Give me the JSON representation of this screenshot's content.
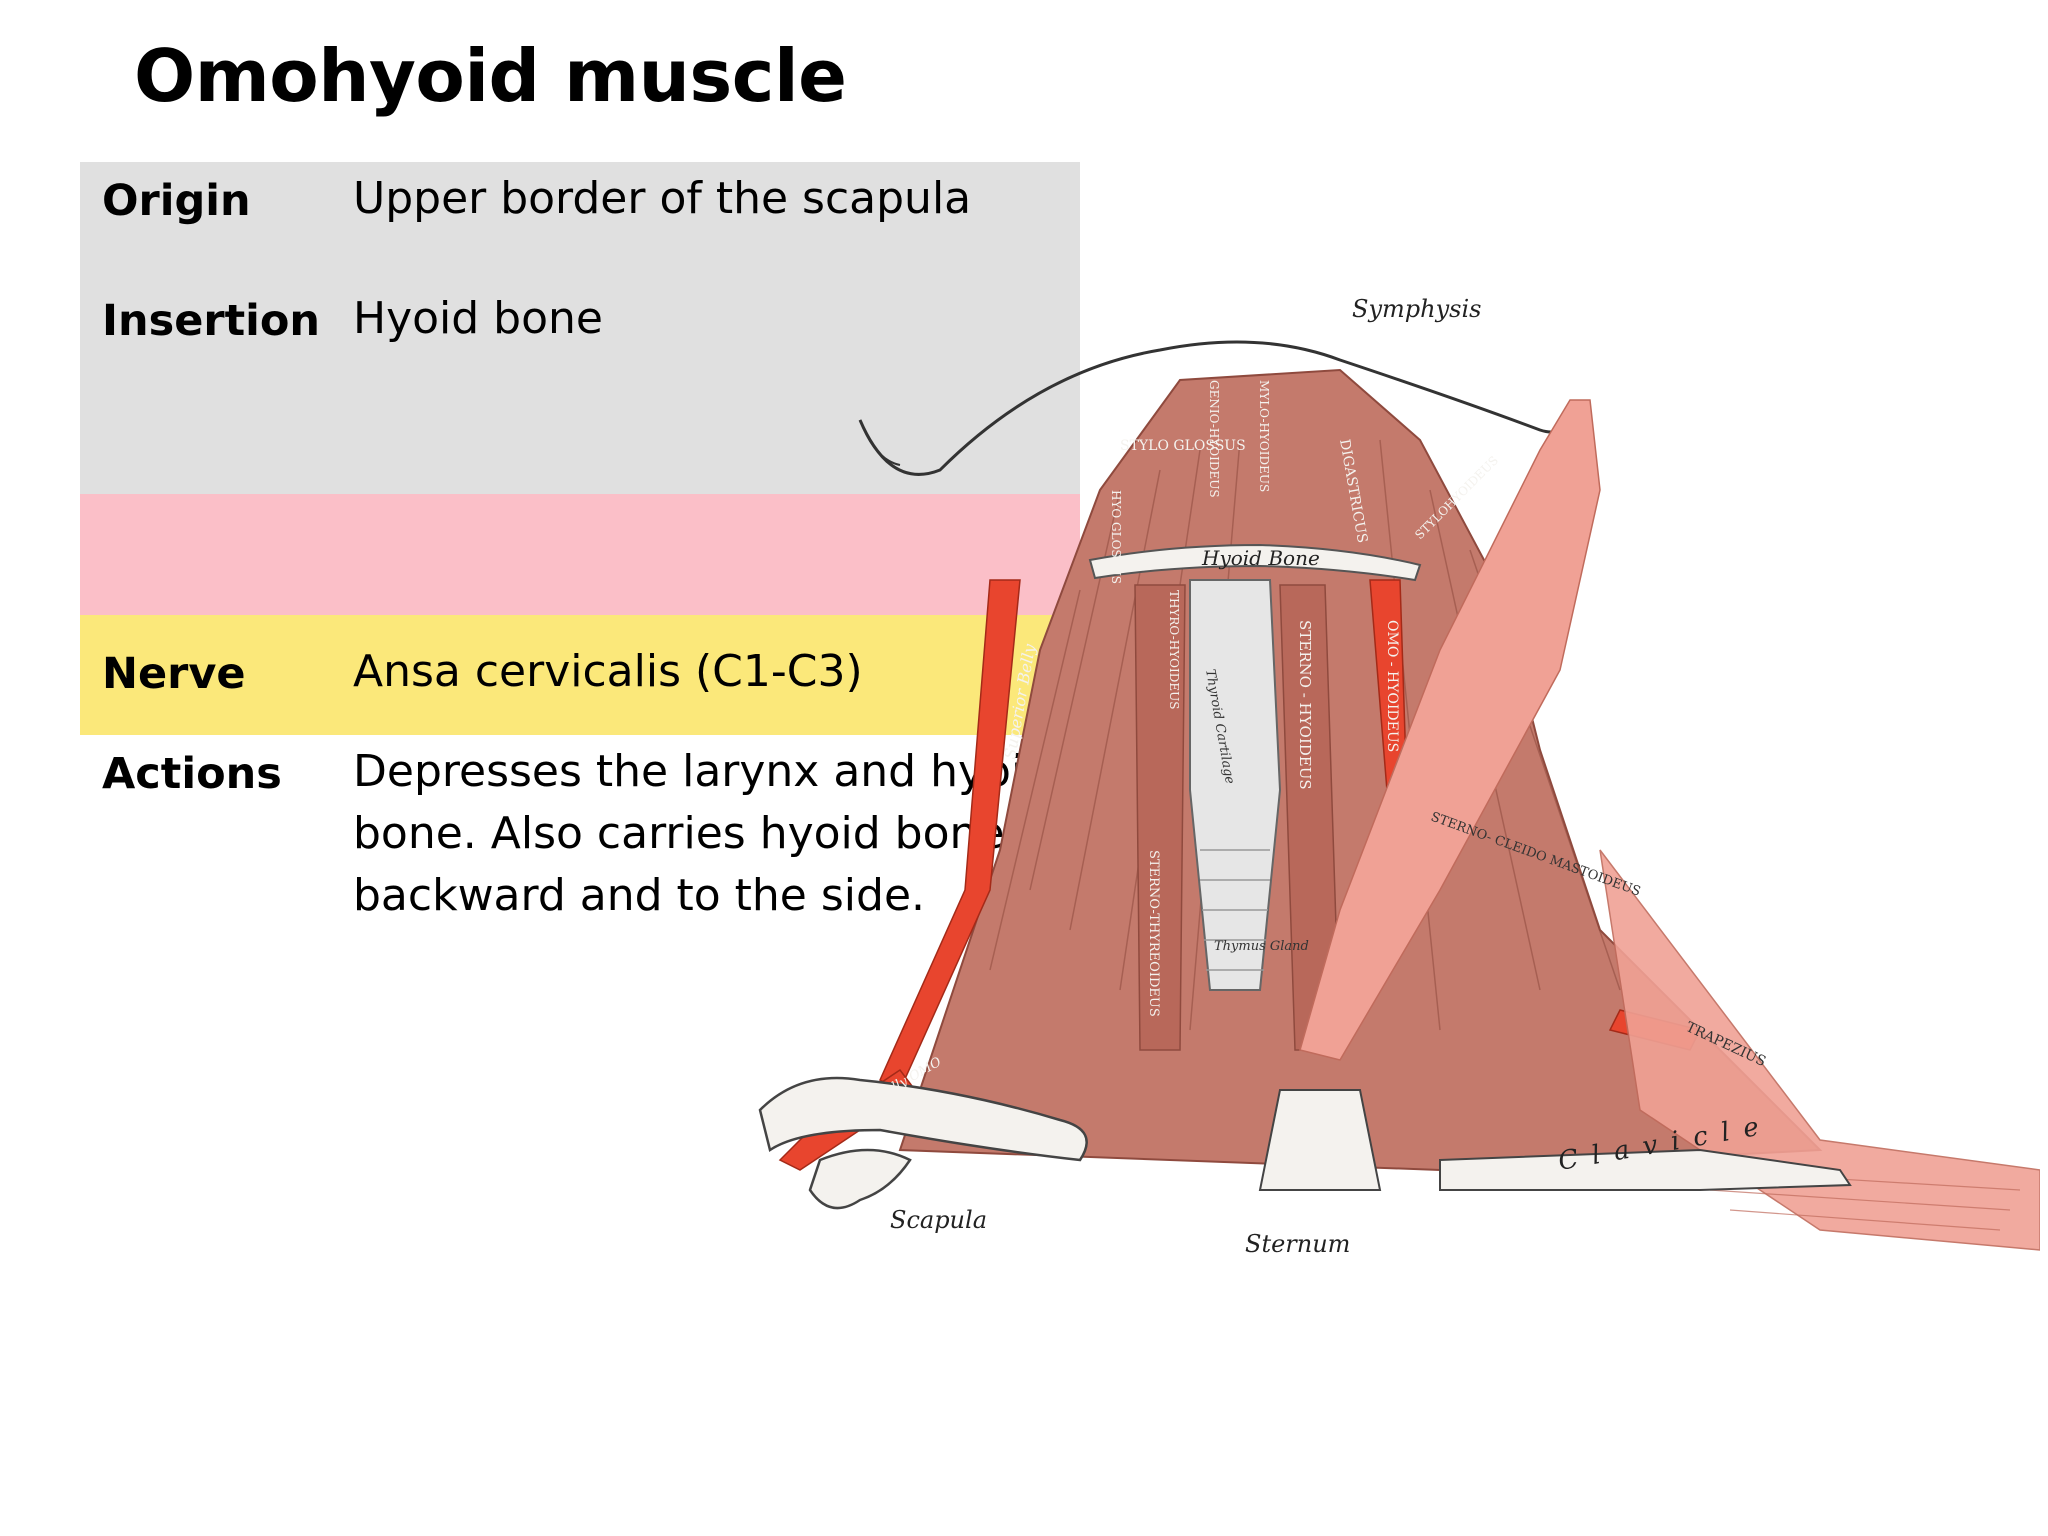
{
  "title": "Omohyoid muscle",
  "rows": [
    {
      "label": "Origin",
      "value": "Upper border of the scapula"
    },
    {
      "label": "Insertion",
      "value": "Hyoid bone"
    },
    {
      "label": "",
      "value": ""
    },
    {
      "label": "Nerve",
      "value": "Ansa cervicalis (C1-C3)"
    },
    {
      "label": "Actions",
      "value": "Depresses the larynx and hyoid bone. Also carries hyoid bone backward and to the side."
    }
  ],
  "illustration": {
    "labels": {
      "symphysis": "Symphysis",
      "hyoid_bone": "Hyoid Bone",
      "stylo_glossus": "STYLO GLOSSUS",
      "hyo_glossus": "HYO GLOSSUS",
      "genio_hyoideus": "GENIO-HYOIDEUS",
      "mylo_hyoideus": "MYLO-HYOIDEUS",
      "digastricus": "DIGASTRICUS",
      "stylohyoideus": "STYLOHYOIDEUS",
      "thyro_hyoideus": "THYRO-HYOIDEUS",
      "superior_belly": "Superior Belly",
      "thyroid_cartilage": "Thyroid Cartilage",
      "sterno_hyoideus": "STERNO - HYOIDEUS",
      "omo_hyoideus": "OMO - HYOIDEUS",
      "sterno_thyreoideus": "STERNO-THYREOIDEUS",
      "thymus_gland": "Thymus Gland",
      "sterno_cleido_mastoideus": "STERNO- CLEIDO MASTOIDEUS",
      "trapezius": "TRAPEZIUS",
      "clavicle": "Clavicle",
      "sternum": "Sternum",
      "scapula": "Scapula",
      "belly_omo": "Belly OMO"
    },
    "colors": {
      "muscle": "#c47a6c",
      "muscle_dark": "#8f4a3e",
      "omohyoid": "#e8452e",
      "sternocleidomastoid": "#f0a195",
      "bone": "#f4f2ee",
      "cartilage": "#e6e6e6"
    }
  }
}
